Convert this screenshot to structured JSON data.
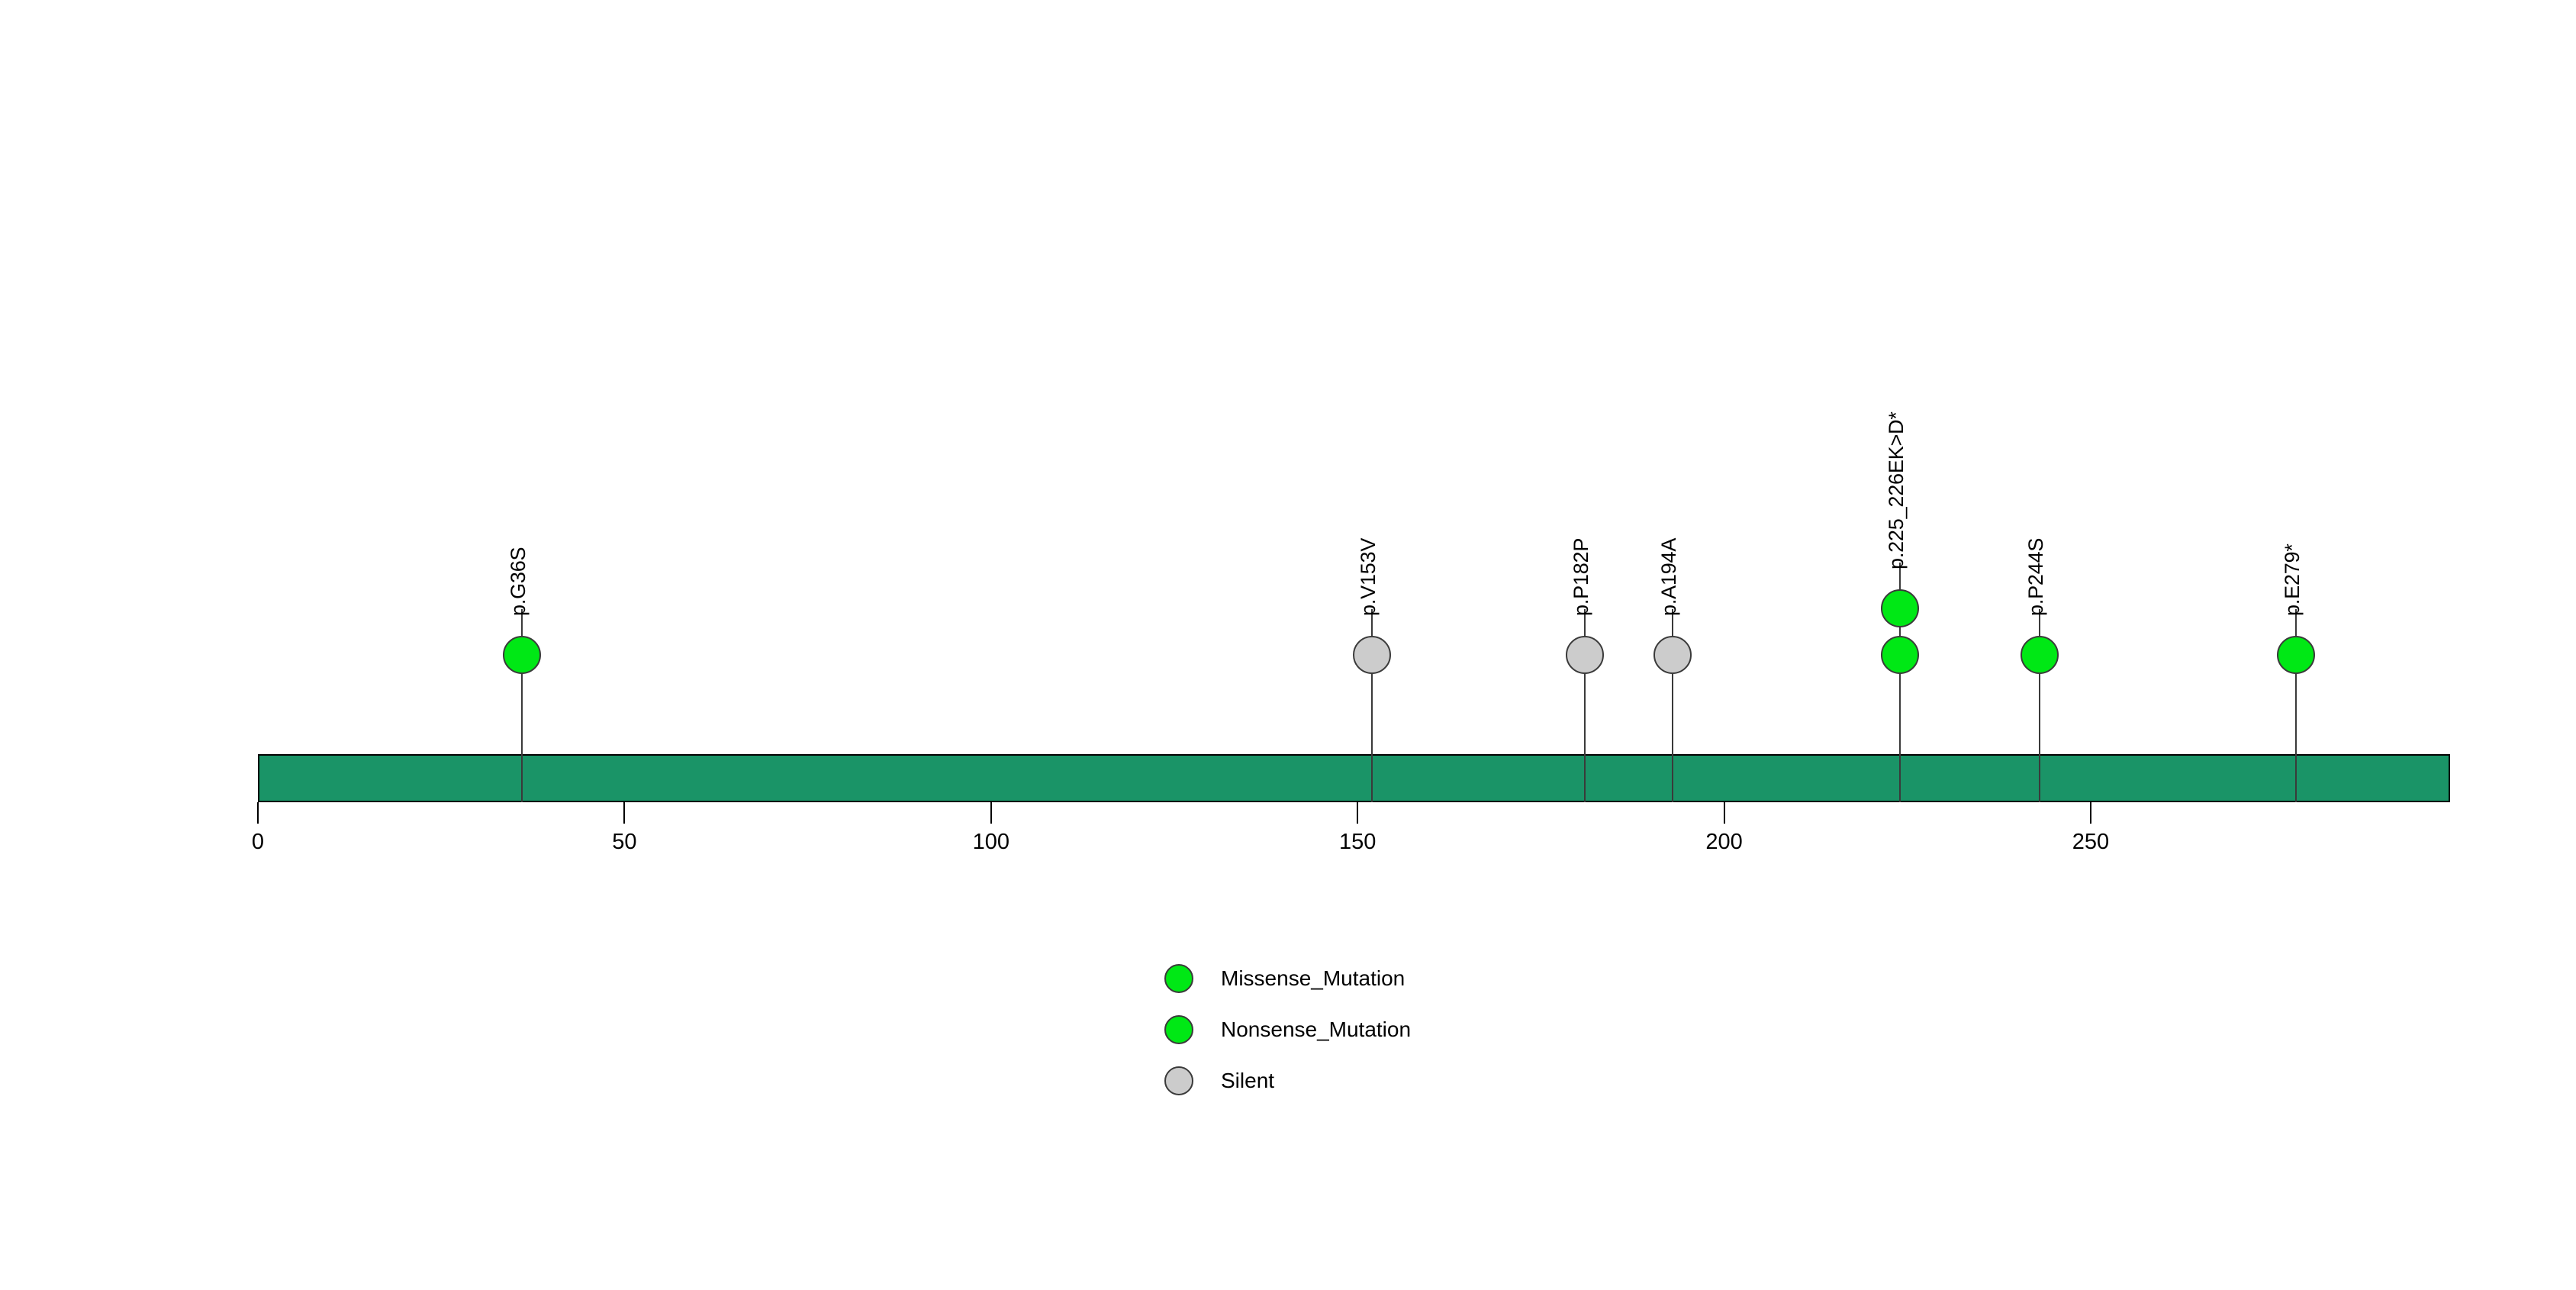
{
  "chart_data": {
    "type": "lollipop",
    "title": "",
    "xlabel": "",
    "ylabel": "",
    "xlim": [
      0,
      299
    ],
    "grid": false,
    "protein": {
      "length": 299,
      "bar_color": "#1A9467",
      "bar_border_color": "#000000"
    },
    "axis": {
      "ticks": [
        0,
        50,
        100,
        150,
        200,
        250
      ],
      "tick_labels": [
        "0",
        "50",
        "100",
        "150",
        "200",
        "250"
      ]
    },
    "mutations": [
      {
        "label": "p.G36S",
        "position": 36,
        "count": 1,
        "type": "Missense_Mutation",
        "color": "#00E815"
      },
      {
        "label": "p.V153V",
        "position": 152,
        "count": 1,
        "type": "Silent",
        "color": "#CCCCCC"
      },
      {
        "label": "p.P182P",
        "position": 181,
        "count": 1,
        "type": "Silent",
        "color": "#CCCCCC"
      },
      {
        "label": "p.A194A",
        "position": 193,
        "count": 1,
        "type": "Silent",
        "color": "#CCCCCC"
      },
      {
        "label": "p.225_226EK>D*",
        "position": 224,
        "count": 2,
        "type": "Nonsense_Mutation",
        "color": "#00E815"
      },
      {
        "label": "p.P244S",
        "position": 243,
        "count": 1,
        "type": "Missense_Mutation",
        "color": "#00E815"
      },
      {
        "label": "p.E279*",
        "position": 278,
        "count": 1,
        "type": "Nonsense_Mutation",
        "color": "#00E815"
      }
    ],
    "legend": {
      "position": "bottom-center",
      "entries": [
        {
          "label": "Missense_Mutation",
          "color": "#00E815"
        },
        {
          "label": "Nonsense_Mutation",
          "color": "#00E815"
        },
        {
          "label": "Silent",
          "color": "#CCCCCC"
        }
      ]
    }
  }
}
